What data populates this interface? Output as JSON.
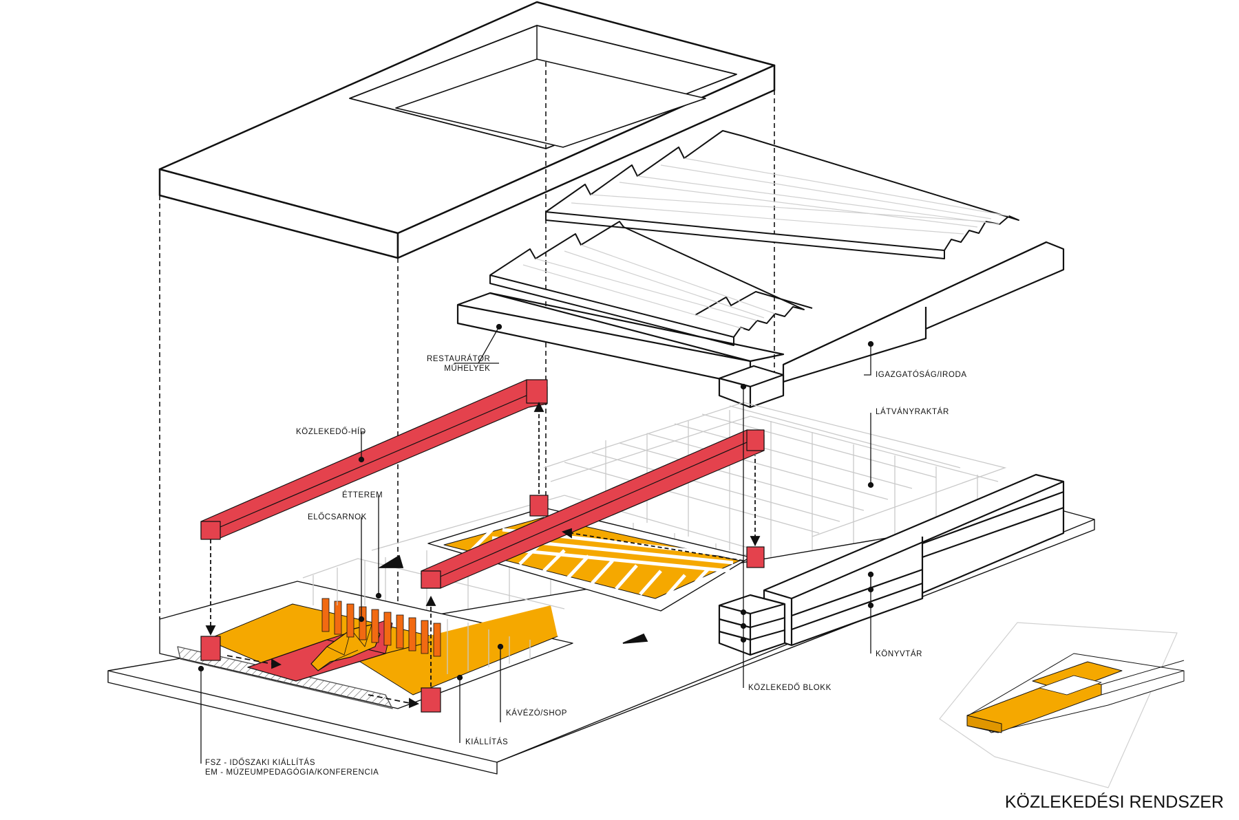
{
  "title": "KÖZLEKEDÉSI RENDSZER",
  "colors": {
    "circulation_red": "#e4424d",
    "program_orange": "#f5a800",
    "deep_orange": "#f26a12",
    "line": "#111111",
    "light_line": "#cfcfcf"
  },
  "labels": {
    "restaurator": [
      "RESTAURÁTOR",
      "MŰHELYEK"
    ],
    "igazgatosag": "IGAZGATÓSÁG/IRODA",
    "latvanyraktar": "LÁTVÁNYRAKTÁR",
    "kozlekedo_hid": "KÖZLEKEDŐ-HÍD",
    "etterem": "ÉTTEREM",
    "elocsarnok": "ELŐCSARNOK",
    "konyvtar": "KÖNYVTÁR",
    "kozlekedo_blokk": "KÖZLEKEDŐ BLOKK",
    "kavezo_shop": "KÁVÉZÓ/SHOP",
    "kiallitas": "KIÁLLÍTÁS",
    "fsz": [
      "FSZ - IDŐSZAKI KIÁLLÍTÁS",
      "EM - MÚZEUMPEDAGÓGIA/KONFERENCIA"
    ]
  }
}
